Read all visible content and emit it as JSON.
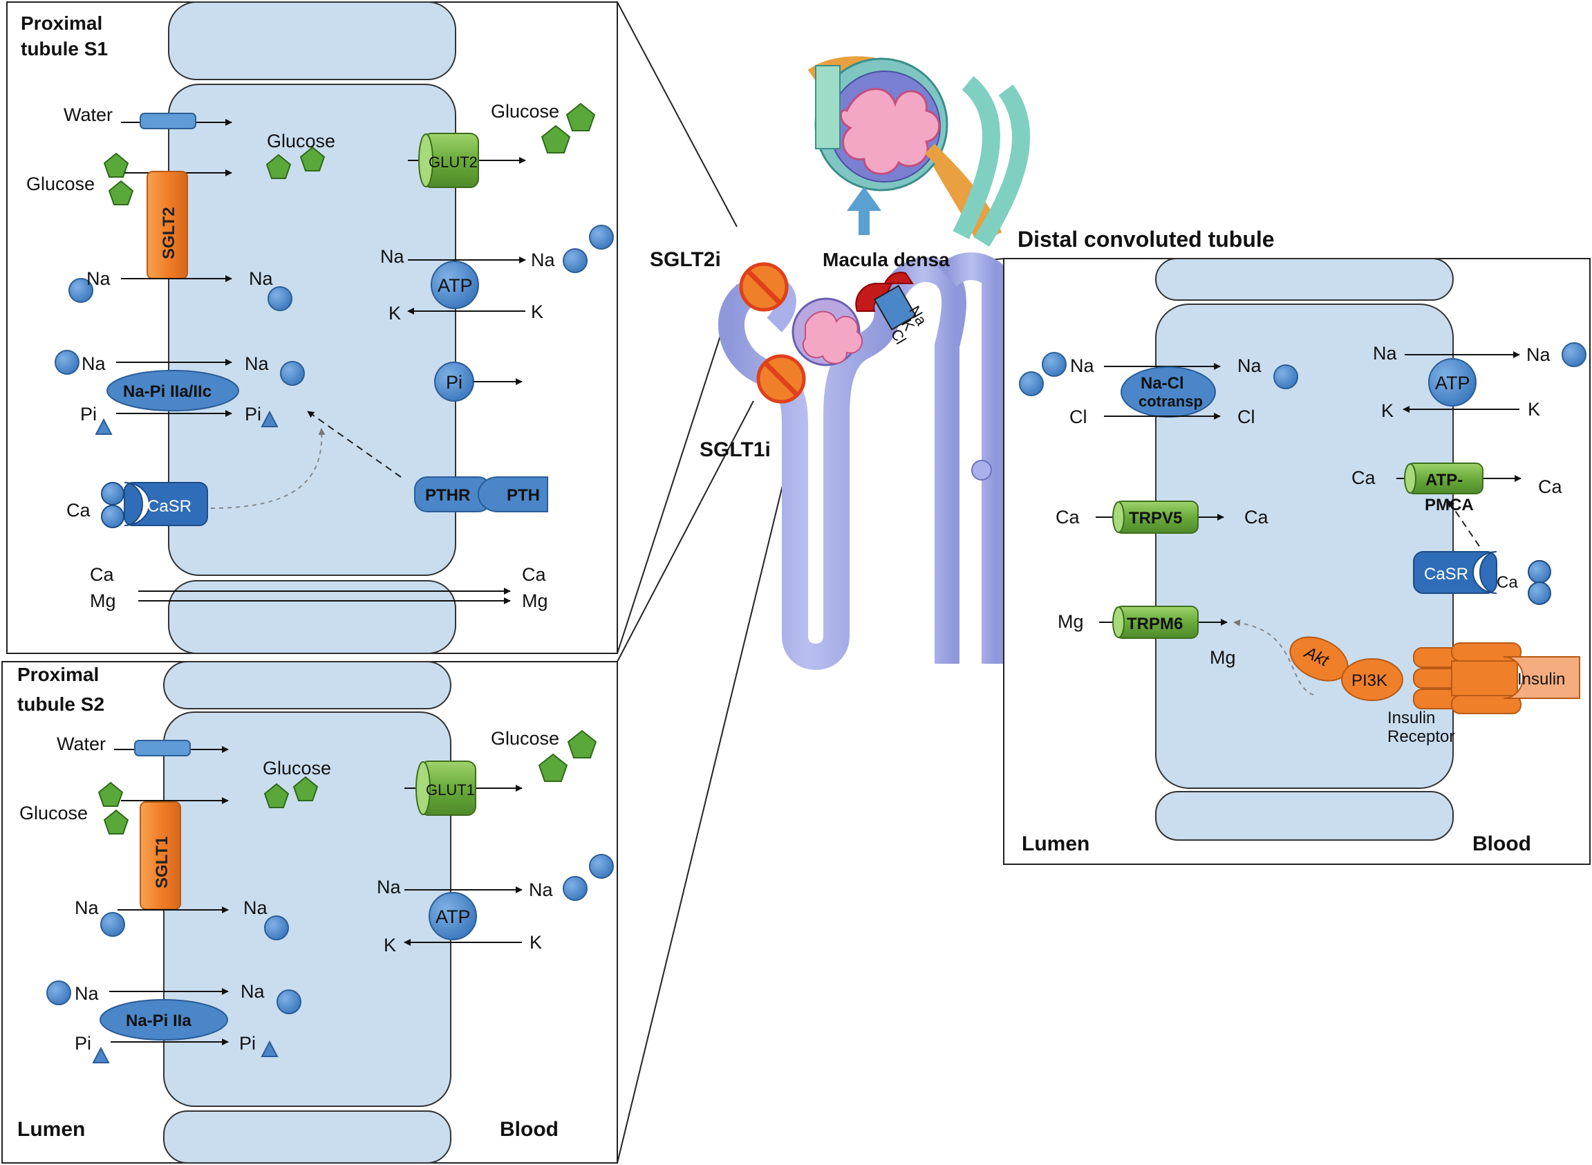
{
  "colors": {
    "cell": "#c9ddef",
    "cell_stroke": "#2b2b2b",
    "ion_blue": "#4a86c8",
    "transporter_blue": "#4a86c8",
    "channel_green": "#7ab648",
    "sglt_orange": "#f07f2a",
    "glucose_green": "#5aa83a",
    "insulin_orange": "#f07f2a",
    "inhibitor_red": "#e0401a",
    "tubule_purple": "#9fa6e0",
    "macula_red": "#c41a1a"
  },
  "panels": {
    "s1": {
      "title_line1": "Proximal",
      "title_line2": "tubule S1",
      "water": "Water",
      "glucose_left": "Glucose",
      "glucose_mid": "Glucose",
      "glucose_right": "Glucose",
      "sglt": "SGLT2",
      "glut": "GLUT2",
      "na_left": "Na",
      "na_mid": "Na",
      "na_left2": "Na",
      "na_mid2": "Na",
      "napi": "Na-Pi IIa/IIc",
      "pi_left": "Pi",
      "pi_mid": "Pi",
      "atp": "ATP",
      "na_right_in": "Na",
      "na_right_out": "Na",
      "k_in": "K",
      "k_out": "K",
      "pi_pump": "Pi",
      "casr": "CaSR",
      "ca_left": "Ca",
      "pthr": "PTHR",
      "pth": "PTH",
      "ca_bottom_left": "Ca",
      "mg_bottom_left": "Mg",
      "ca_bottom_right": "Ca",
      "mg_bottom_right": "Mg"
    },
    "s2": {
      "title_line1": "Proximal",
      "title_line2": "tubule S2",
      "water": "Water",
      "glucose_left": "Glucose",
      "glucose_mid": "Glucose",
      "glucose_right": "Glucose",
      "sglt": "SGLT1",
      "glut": "GLUT1",
      "na_left": "Na",
      "na_mid": "Na",
      "na_left2": "Na",
      "na_mid2": "Na",
      "napi": "Na-Pi IIa",
      "pi_left": "Pi",
      "pi_mid": "Pi",
      "atp": "ATP",
      "na_right_in": "Na",
      "na_right_out": "Na",
      "k_in": "K",
      "k_out": "K",
      "lumen": "Lumen",
      "blood": "Blood"
    },
    "dct": {
      "title": "Distal convoluted tubule",
      "na_left": "Na",
      "na_mid": "Na",
      "nacl_line1": "Na-Cl",
      "nacl_line2": "cotransp",
      "cl_left": "Cl",
      "cl_mid": "Cl",
      "atp": "ATP",
      "na_right_in": "Na",
      "na_right_out": "Na",
      "k_in": "K",
      "k_out": "K",
      "ca_right_in": "Ca",
      "ca_right_out": "Ca",
      "pmca_line1": "ATP-",
      "pmca_line2": "PMCA",
      "ca_left": "Ca",
      "ca_mid": "Ca",
      "trpv5": "TRPV5",
      "casr": "CaSR",
      "casr_ca": "Ca",
      "mg_left": "Mg",
      "mg_mid": "Mg",
      "trpm6": "TRPM6",
      "akt": "Akt",
      "pi3k": "PI3K",
      "insulin": "Insulin",
      "receptor_line1": "Insulin",
      "receptor_line2": "Receptor",
      "lumen": "Lumen",
      "blood": "Blood"
    }
  },
  "nephron": {
    "sglt2i": "SGLT2i",
    "sglt1i": "SGLT1i",
    "macula_densa": "Macula densa",
    "md_na": "Na",
    "md_k": "K",
    "md_cl": "Cl"
  }
}
